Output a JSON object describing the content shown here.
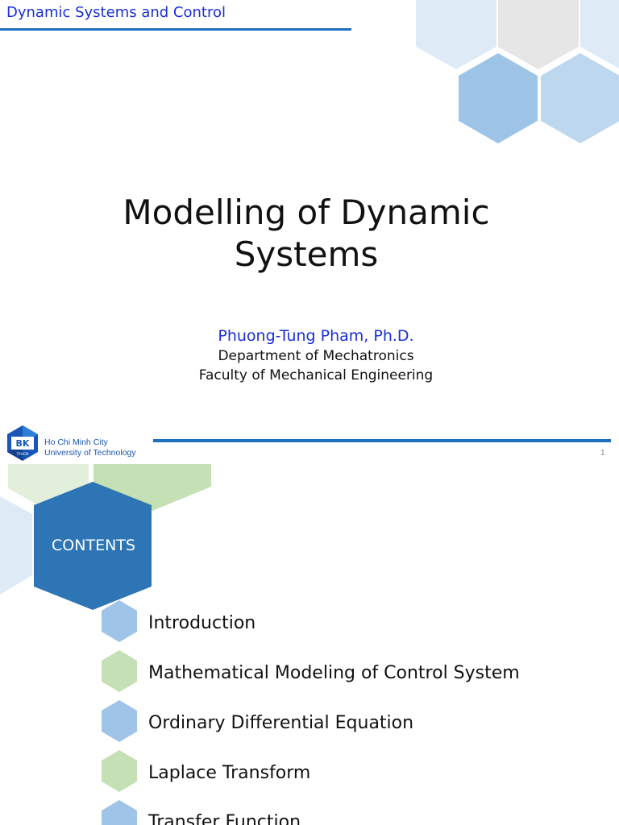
{
  "slide1": {
    "header_title": "Dynamic Systems and Control",
    "title_line1": "Modelling of Dynamic",
    "title_line2": "Systems",
    "author": "Phuong-Tung Pham, Ph.D.",
    "department": "Department of Mechatronics",
    "faculty": "Faculty of Mechanical Engineering",
    "university_line1": "Ho Chi Minh City",
    "university_line2": "University of Technology",
    "logo_text": "BK",
    "logo_subtext": "TP.HCM",
    "page_number": "1"
  },
  "slide2": {
    "contents_label": "CONTENTS",
    "items": [
      {
        "label": "Introduction",
        "color": "#a0c4e8"
      },
      {
        "label": "Mathematical Modeling of Control System",
        "color": "#c5e0b4"
      },
      {
        "label": "Ordinary Differential Equation",
        "color": "#a0c4e8"
      },
      {
        "label": "Laplace Transform",
        "color": "#c5e0b4"
      },
      {
        "label": "Transfer Function",
        "color": "#a0c4e8"
      }
    ]
  },
  "colors": {
    "accent_blue": "#1f6fc0",
    "title_blue": "#1a2fd8",
    "hex_dark_blue": "#2e75b6",
    "hex_mid_blue": "#9dc3e6",
    "hex_light_blue": "#deebf7",
    "hex_gray": "#e7e6e6",
    "hex_green": "#c5e0b4",
    "hex_light_green": "#e2efda"
  }
}
